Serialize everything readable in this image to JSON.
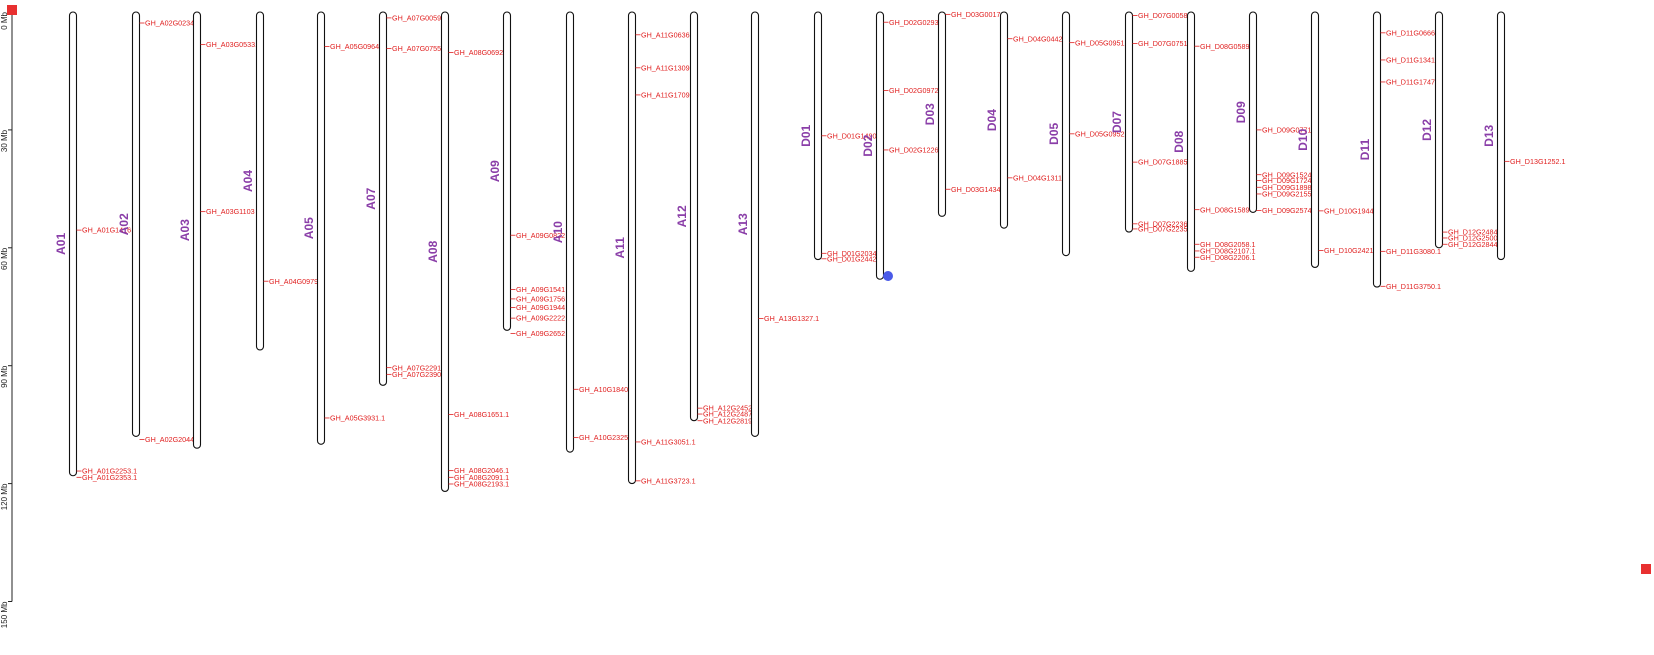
{
  "colors": {
    "chromosome_stroke": "#111111",
    "chromosome_label": "#8a3ea8",
    "gene_label": "#e02020",
    "gene_tick": "#e02020",
    "axis": "#222222",
    "marker_red": "#e83030",
    "marker_blue": "#4a5ae8"
  },
  "axis": {
    "ticks": [
      "0 Mb",
      "30 Mb",
      "60 Mb",
      "90 Mb",
      "120 Mb",
      "150 Mb"
    ],
    "tick_values": [
      0,
      30,
      60,
      90,
      120,
      150
    ],
    "max": 150
  },
  "markers": [
    {
      "name": "red-square-top",
      "shape": "square",
      "color": "#e83030"
    },
    {
      "name": "blue-dot",
      "shape": "circle",
      "color": "#4a5ae8"
    },
    {
      "name": "red-square-right",
      "shape": "square",
      "color": "#e83030"
    }
  ],
  "chromosomes": [
    {
      "name": "A01",
      "length_mb": 118,
      "genes": [
        {
          "label": "GH_A01G1416",
          "pos": 55.5
        },
        {
          "label": "GH_A01G2253.1",
          "pos": 116.8
        },
        {
          "label": "GH_A01G2353.1",
          "pos": 118.4
        }
      ]
    },
    {
      "name": "A02",
      "length_mb": 108,
      "genes": [
        {
          "label": "GH_A02G0234",
          "pos": 2.8
        },
        {
          "label": "GH_A02G2044",
          "pos": 108.8
        }
      ]
    },
    {
      "name": "A03",
      "length_mb": 111,
      "genes": [
        {
          "label": "GH_A03G0533.1",
          "pos": 8.3
        },
        {
          "label": "GH_A03G1103",
          "pos": 50.8
        }
      ]
    },
    {
      "name": "A04",
      "length_mb": 86,
      "genes": [
        {
          "label": "GH_A04G0979",
          "pos": 68.5
        }
      ]
    },
    {
      "name": "A05",
      "length_mb": 110,
      "genes": [
        {
          "label": "GH_A05G0964",
          "pos": 8.8
        },
        {
          "label": "GH_A05G3931.1",
          "pos": 103.3
        }
      ]
    },
    {
      "name": "A07",
      "length_mb": 95,
      "genes": [
        {
          "label": "GH_A07G0059",
          "pos": 1.5
        },
        {
          "label": "GH_A07G0755",
          "pos": 9.3
        },
        {
          "label": "GH_A07G2291",
          "pos": 90.5
        },
        {
          "label": "GH_A07G2390",
          "pos": 92.2
        }
      ]
    },
    {
      "name": "A08",
      "length_mb": 122,
      "genes": [
        {
          "label": "GH_A08G0692",
          "pos": 10.3
        },
        {
          "label": "GH_A08G1651.1",
          "pos": 102.4
        },
        {
          "label": "GH_A08G2046.1",
          "pos": 116.7
        },
        {
          "label": "GH_A08G2091.1",
          "pos": 118.4
        },
        {
          "label": "GH_A08G2193.1",
          "pos": 120.1
        }
      ]
    },
    {
      "name": "A09",
      "length_mb": 81,
      "genes": [
        {
          "label": "GH_A09G0822",
          "pos": 56.8
        },
        {
          "label": "GH_A09G1541",
          "pos": 70.6
        },
        {
          "label": "GH_A09G1756",
          "pos": 73.0
        },
        {
          "label": "GH_A09G1944",
          "pos": 75.2
        },
        {
          "label": "GH_A09G2222",
          "pos": 77.9
        },
        {
          "label": "GH_A09G2652",
          "pos": 81.8
        }
      ]
    },
    {
      "name": "A10",
      "length_mb": 112,
      "genes": [
        {
          "label": "GH_A10G1840",
          "pos": 96.0
        },
        {
          "label": "GH_A10G2325",
          "pos": 108.3
        }
      ]
    },
    {
      "name": "A11",
      "length_mb": 120,
      "genes": [
        {
          "label": "GH_A11G0636",
          "pos": 5.8
        },
        {
          "label": "GH_A11G1309",
          "pos": 14.2
        },
        {
          "label": "GH_A11G1709",
          "pos": 21.1
        },
        {
          "label": "GH_A11G3051.1",
          "pos": 109.4
        },
        {
          "label": "GH_A11G3723.1",
          "pos": 119.3
        }
      ]
    },
    {
      "name": "A12",
      "length_mb": 104,
      "genes": [
        {
          "label": "GH_A12G2452",
          "pos": 100.8
        },
        {
          "label": "GH_A12G2487",
          "pos": 102.3
        },
        {
          "label": "GH_A12G2819",
          "pos": 104.0
        }
      ]
    },
    {
      "name": "A13",
      "length_mb": 108,
      "genes": [
        {
          "label": "GH_A13G1327.1",
          "pos": 78.0
        }
      ]
    },
    {
      "name": "D01",
      "length_mb": 63,
      "genes": [
        {
          "label": "GH_D01G1490",
          "pos": 31.5
        },
        {
          "label": "GH_D01G2034",
          "pos": 61.4
        },
        {
          "label": "GH_D01G2442",
          "pos": 62.8
        }
      ]
    },
    {
      "name": "D02",
      "length_mb": 68,
      "genes": [
        {
          "label": "GH_D02G0293",
          "pos": 2.6
        },
        {
          "label": "GH_D02G0972",
          "pos": 20.0
        },
        {
          "label": "GH_D02G1226",
          "pos": 35.1
        }
      ]
    },
    {
      "name": "D03",
      "length_mb": 52,
      "genes": [
        {
          "label": "GH_D03G0017",
          "pos": 0.6
        },
        {
          "label": "GH_D03G1434",
          "pos": 45.1
        }
      ]
    },
    {
      "name": "D04",
      "length_mb": 55,
      "genes": [
        {
          "label": "GH_D04G0442",
          "pos": 6.8
        },
        {
          "label": "GH_D04G1311",
          "pos": 42.2
        }
      ]
    },
    {
      "name": "D05",
      "length_mb": 62,
      "genes": [
        {
          "label": "GH_D05G0951.1",
          "pos": 7.8
        },
        {
          "label": "GH_D05G0952",
          "pos": 31.0
        }
      ]
    },
    {
      "name": "D07",
      "length_mb": 56,
      "genes": [
        {
          "label": "GH_D07G0058",
          "pos": 0.9
        },
        {
          "label": "GH_D07G0751",
          "pos": 8.0
        },
        {
          "label": "GH_D07G1885",
          "pos": 38.2
        },
        {
          "label": "GH_D07G2236",
          "pos": 53.9
        },
        {
          "label": "GH_D07G2235",
          "pos": 55.2
        }
      ]
    },
    {
      "name": "D08",
      "length_mb": 66,
      "genes": [
        {
          "label": "GH_D08G0589",
          "pos": 8.7
        },
        {
          "label": "GH_D08G1589",
          "pos": 50.3
        },
        {
          "label": "GH_D08G2058.1",
          "pos": 59.1
        },
        {
          "label": "GH_D08G2107.1",
          "pos": 60.8
        },
        {
          "label": "GH_D08G2206.1",
          "pos": 62.4
        }
      ]
    },
    {
      "name": "D09",
      "length_mb": 51,
      "genes": [
        {
          "label": "GH_D09G0771",
          "pos": 30.0
        },
        {
          "label": "GH_D09G1524",
          "pos": 41.4
        },
        {
          "label": "GH_D09G1724",
          "pos": 42.9
        },
        {
          "label": "GH_D09G1898",
          "pos": 44.6
        },
        {
          "label": "GH_D09G2155",
          "pos": 46.3
        },
        {
          "label": "GH_D09G2574",
          "pos": 50.5
        }
      ]
    },
    {
      "name": "D10",
      "length_mb": 65,
      "genes": [
        {
          "label": "GH_D10G1944.1",
          "pos": 50.6
        },
        {
          "label": "GH_D10G2421.1",
          "pos": 60.7
        }
      ]
    },
    {
      "name": "D11",
      "length_mb": 70,
      "genes": [
        {
          "label": "GH_D11G0666",
          "pos": 5.3
        },
        {
          "label": "GH_D11G1341",
          "pos": 12.2
        },
        {
          "label": "GH_D11G1747.1",
          "pos": 17.8
        },
        {
          "label": "GH_D11G3080.1",
          "pos": 60.9
        },
        {
          "label": "GH_D11G3750.1",
          "pos": 69.8
        }
      ]
    },
    {
      "name": "D12",
      "length_mb": 60,
      "genes": [
        {
          "label": "GH_D12G2484",
          "pos": 56.0
        },
        {
          "label": "GH_D12G2500",
          "pos": 57.5
        },
        {
          "label": "GH_D12G2844",
          "pos": 59.1
        }
      ]
    },
    {
      "name": "D13",
      "length_mb": 63,
      "genes": [
        {
          "label": "GH_D13G1252.1",
          "pos": 38.0
        }
      ]
    }
  ]
}
